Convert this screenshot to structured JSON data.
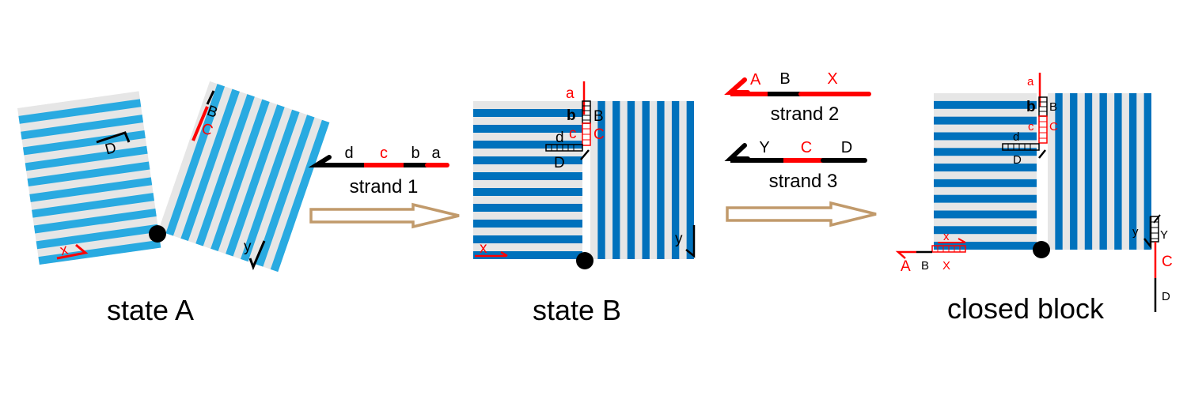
{
  "colors": {
    "stripe_light_blue": "#29aae1",
    "stripe_dark_blue": "#0071bc",
    "stripe_gray": "#e6e6e6",
    "domain_red": "#ff0000",
    "domain_black": "#000000",
    "arrow_tan": "#c19a6b"
  },
  "captions": {
    "state_a": "state A",
    "state_b": "state B",
    "closed_block": "closed block"
  },
  "strands": {
    "strand1": {
      "name": "strand 1",
      "d": "d",
      "c": "c",
      "b": "b",
      "a": "a"
    },
    "strand2": {
      "name": "strand 2",
      "A": "A",
      "B": "B",
      "X": "X"
    },
    "strand3": {
      "name": "strand 3",
      "Y": "Y",
      "C": "C",
      "D": "D"
    }
  },
  "state_a": {
    "left_tile": {
      "D": "D",
      "x": "x"
    },
    "right_tile": {
      "B": "B",
      "C": "C",
      "y": "y"
    }
  },
  "state_b": {
    "a": "a",
    "b": "b",
    "B": "B",
    "c": "c",
    "C": "C",
    "d": "d",
    "D": "D",
    "x": "x",
    "y": "y"
  },
  "closed": {
    "a": "a",
    "b": "b",
    "B": "B",
    "c": "c",
    "C": "C",
    "d": "d",
    "D": "D",
    "x": "x",
    "A": "A",
    "B2": "B",
    "X": "X",
    "y": "y",
    "Y": "Y",
    "C2": "C",
    "D2": "D"
  }
}
